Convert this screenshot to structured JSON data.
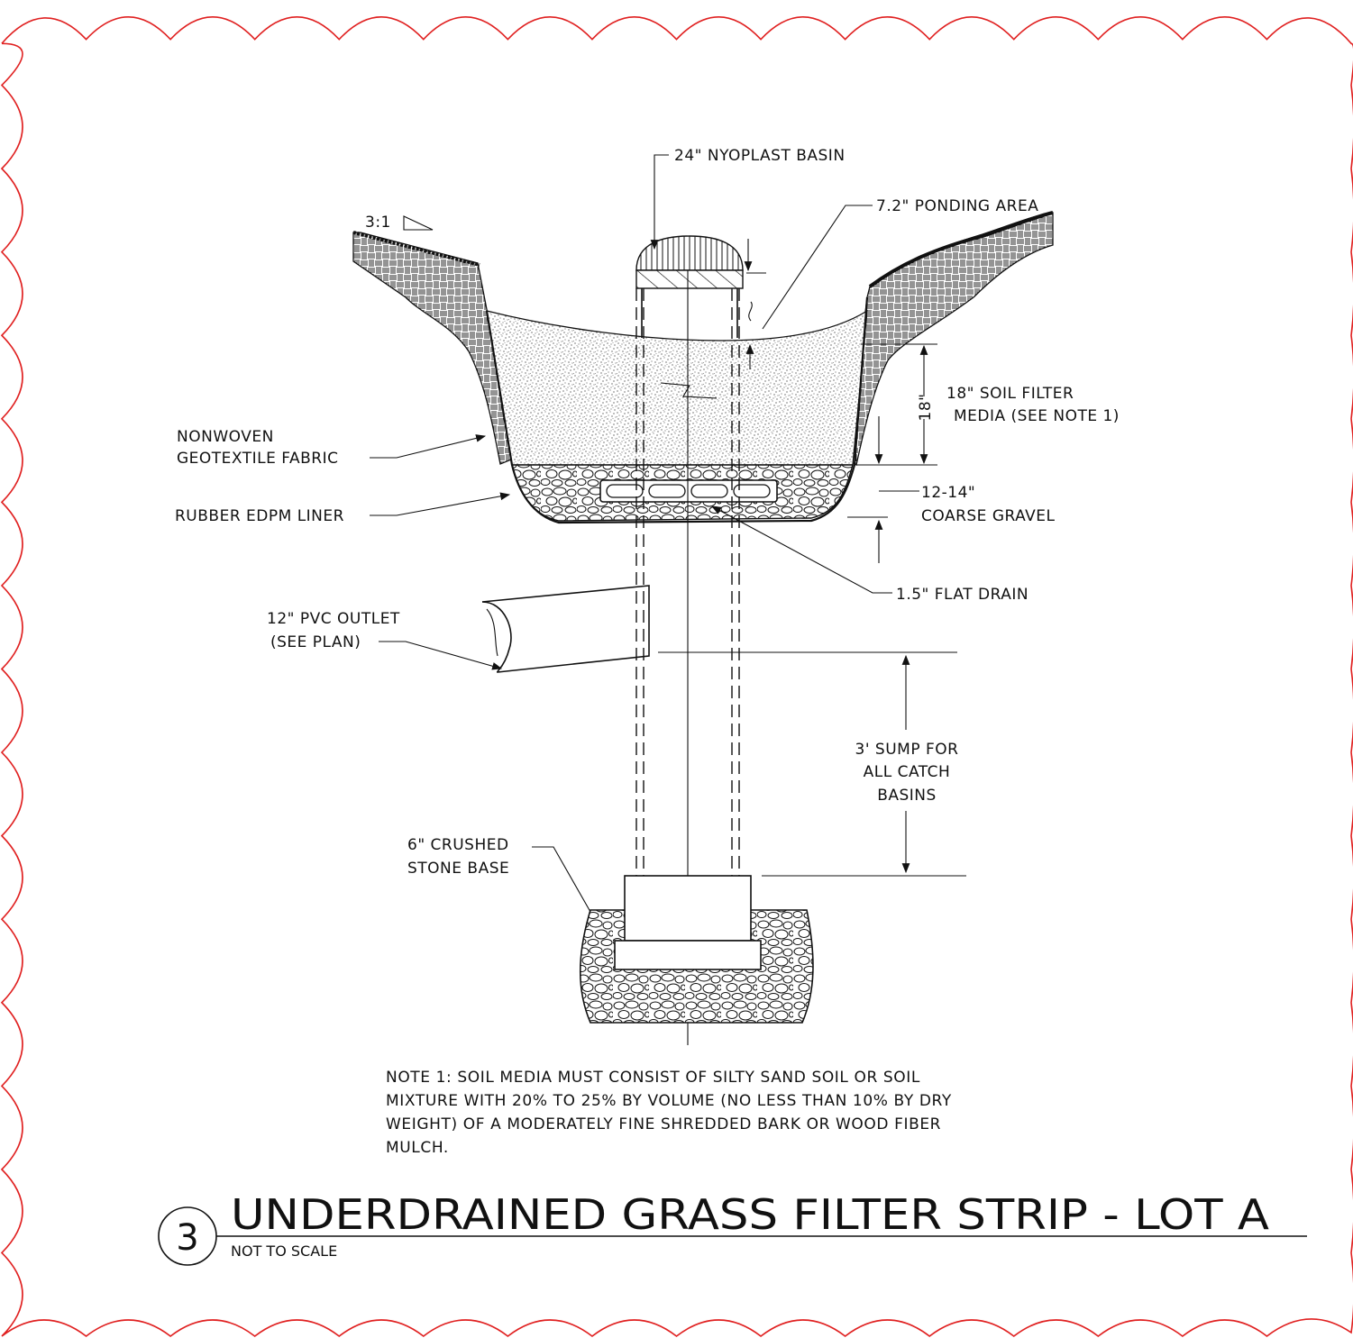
{
  "labels": {
    "nyoplast_basin": "24\" NYOPLAST BASIN",
    "ponding_area": "7.2\" PONDING AREA",
    "slope": "3:1",
    "soil_filter_1": "18\" SOIL FILTER",
    "soil_filter_2": "MEDIA (SEE NOTE 1)",
    "dim_18": "18\"",
    "geotextile_1": "NONWOVEN",
    "geotextile_2": "GEOTEXTILE FABRIC",
    "edpm_liner": "RUBBER EDPM LINER",
    "gravel_1": "12-14\"",
    "gravel_2": "COARSE GRAVEL",
    "flat_drain": "1.5\" FLAT DRAIN",
    "pvc_1": "12\" PVC OUTLET",
    "pvc_2": "(SEE PLAN)",
    "sump_1": "3' SUMP FOR",
    "sump_2": "ALL CATCH",
    "sump_3": "BASINS",
    "stone_1": "6\" CRUSHED",
    "stone_2": "STONE BASE"
  },
  "note": {
    "line1": "NOTE 1:  SOIL MEDIA MUST CONSIST OF SILTY SAND SOIL OR SOIL",
    "line2": "MIXTURE WITH 20% TO 25% BY VOLUME (NO LESS THAN 10% BY DRY",
    "line3": "WEIGHT) OF A MODERATELY FINE SHREDDED BARK OR WOOD FIBER",
    "line4": "MULCH."
  },
  "title_block": {
    "number": "3",
    "title": "UNDERDRAINED GRASS FILTER STRIP - LOT A",
    "scale": "NOT TO SCALE"
  },
  "colors": {
    "border": "#e02020",
    "ink": "#111111"
  }
}
